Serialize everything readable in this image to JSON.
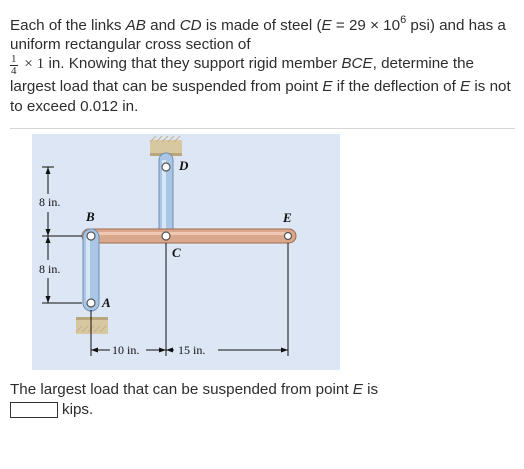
{
  "problem": {
    "p1": "Each of the links ",
    "ab": "AB",
    "p2": " and ",
    "cd": "CD",
    "p3": " is made of steel (",
    "e_var": "E",
    "p4": " = 29 × 10",
    "exp": "6",
    "p5": " psi) and has a uniform rectangular cross section of",
    "frac_num": "1",
    "frac_den": "4",
    "dims": " × 1",
    "p6": " in. Knowing that they support rigid member ",
    "bce": "BCE",
    "p7": ", determine the largest load that can be suspended from point ",
    "e_point": "E",
    "p8": " if the deflection of ",
    "e_point2": "E",
    "p9": " is not to exceed 0.012 in."
  },
  "figure": {
    "labels": {
      "A": "A",
      "B": "B",
      "C": "C",
      "D": "D",
      "E": "E"
    },
    "dims": {
      "upper": "8 in.",
      "lower": "8 in.",
      "bc": "10 in.",
      "ce": "15 in."
    }
  },
  "answer": {
    "p1": "The largest load that can be suspended from point ",
    "e_point": "E",
    "p2": " is",
    "value": "",
    "unit": "kips."
  },
  "colors": {
    "figure_bg": "#dde6f5",
    "bar": "#d9a88c",
    "link": "#a9c6e6",
    "support": "#d8c8a0"
  }
}
